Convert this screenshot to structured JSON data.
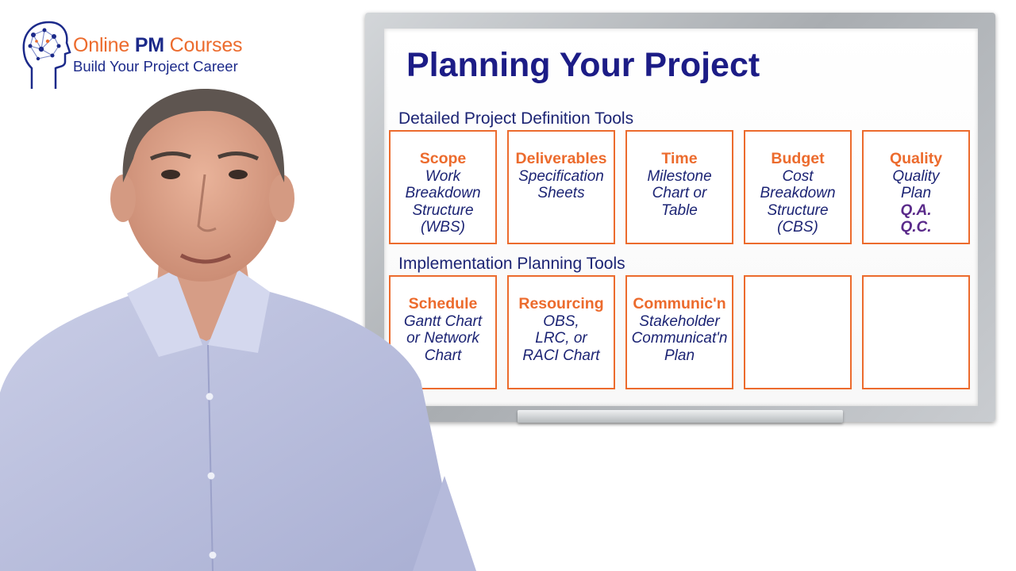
{
  "logo": {
    "brand_part1": "Online ",
    "brand_part2": "PM",
    "brand_part3": " Courses",
    "tagline": "Build Your Project Career"
  },
  "board": {
    "title": "Planning Your Project",
    "section1": {
      "label": "Detailed Project Definition Tools",
      "boxes": [
        {
          "head": "Scope",
          "lines": [
            "Work",
            "Breakdown",
            "Structure",
            "(WBS)"
          ]
        },
        {
          "head": "Deliverables",
          "lines": [
            "Specification",
            "Sheets"
          ]
        },
        {
          "head": "Time",
          "lines": [
            "Milestone",
            "Chart or",
            "Table"
          ]
        },
        {
          "head": "Budget",
          "lines": [
            "Cost",
            "Breakdown",
            "Structure",
            "(CBS)"
          ]
        },
        {
          "head": "Quality",
          "lines": [
            "Quality",
            "Plan",
            "Q.A.",
            "Q.C."
          ]
        }
      ]
    },
    "section2": {
      "label": "Implementation Planning Tools",
      "boxes": [
        {
          "head": "Schedule",
          "lines": [
            "Gantt Chart",
            "or Network",
            "Chart"
          ]
        },
        {
          "head": "Resourcing",
          "lines": [
            "OBS,",
            "LRC, or",
            "RACI Chart"
          ]
        },
        {
          "head": "Communic'n",
          "lines": [
            "Stakeholder",
            "Communicat'n",
            "Plan"
          ]
        },
        {
          "head": "",
          "lines": []
        },
        {
          "head": "",
          "lines": []
        }
      ]
    }
  },
  "colors": {
    "accent_orange": "#ec6b2d",
    "navy": "#1c2a8a",
    "purple": "#5a2a8a"
  }
}
